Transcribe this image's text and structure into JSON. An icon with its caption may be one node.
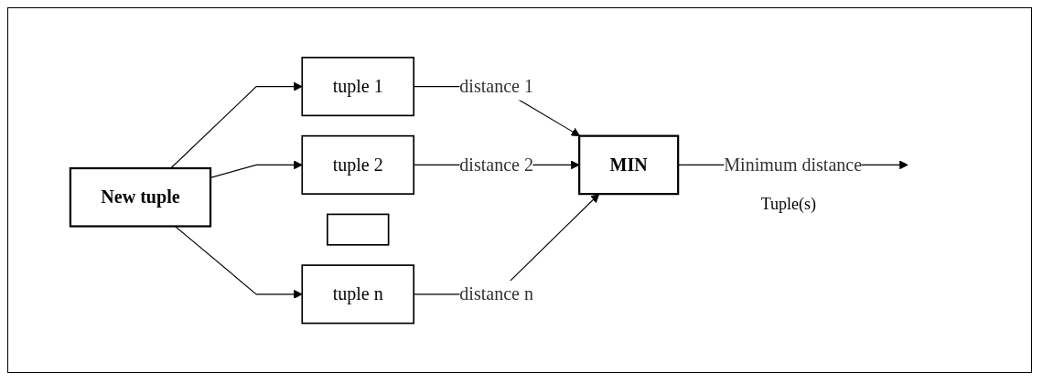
{
  "diagram": {
    "nodes": [
      {
        "text": [
          "New tuple"
        ]
      },
      {
        "text": [
          "tuple 1"
        ]
      },
      {
        "text": [
          "tuple 2"
        ]
      },
      {
        "text": [],
        "shape": "box"
      },
      {
        "text": [
          "tuple  n"
        ]
      },
      {
        "text": [
          "MIN"
        ]
      }
    ],
    "edges": [
      {
        "from": 0,
        "to": 1,
        "arrow": "to"
      },
      {
        "from": 0,
        "to": 2,
        "arrow": "to"
      },
      {
        "from": 0,
        "to": 4,
        "arrow": "to"
      },
      {
        "from": 1,
        "to": 5,
        "label": "distance 1",
        "arrow": "to"
      },
      {
        "from": 2,
        "to": 5,
        "label": "distance 2",
        "arrow": "to"
      },
      {
        "from": 4,
        "to": 5,
        "label": "distance n",
        "arrow": "to"
      },
      {
        "from": 5,
        "to": null,
        "label": "Minimum distance",
        "arrow": "to"
      }
    ],
    "labels": [
      "Tuple(s)"
    ]
  }
}
